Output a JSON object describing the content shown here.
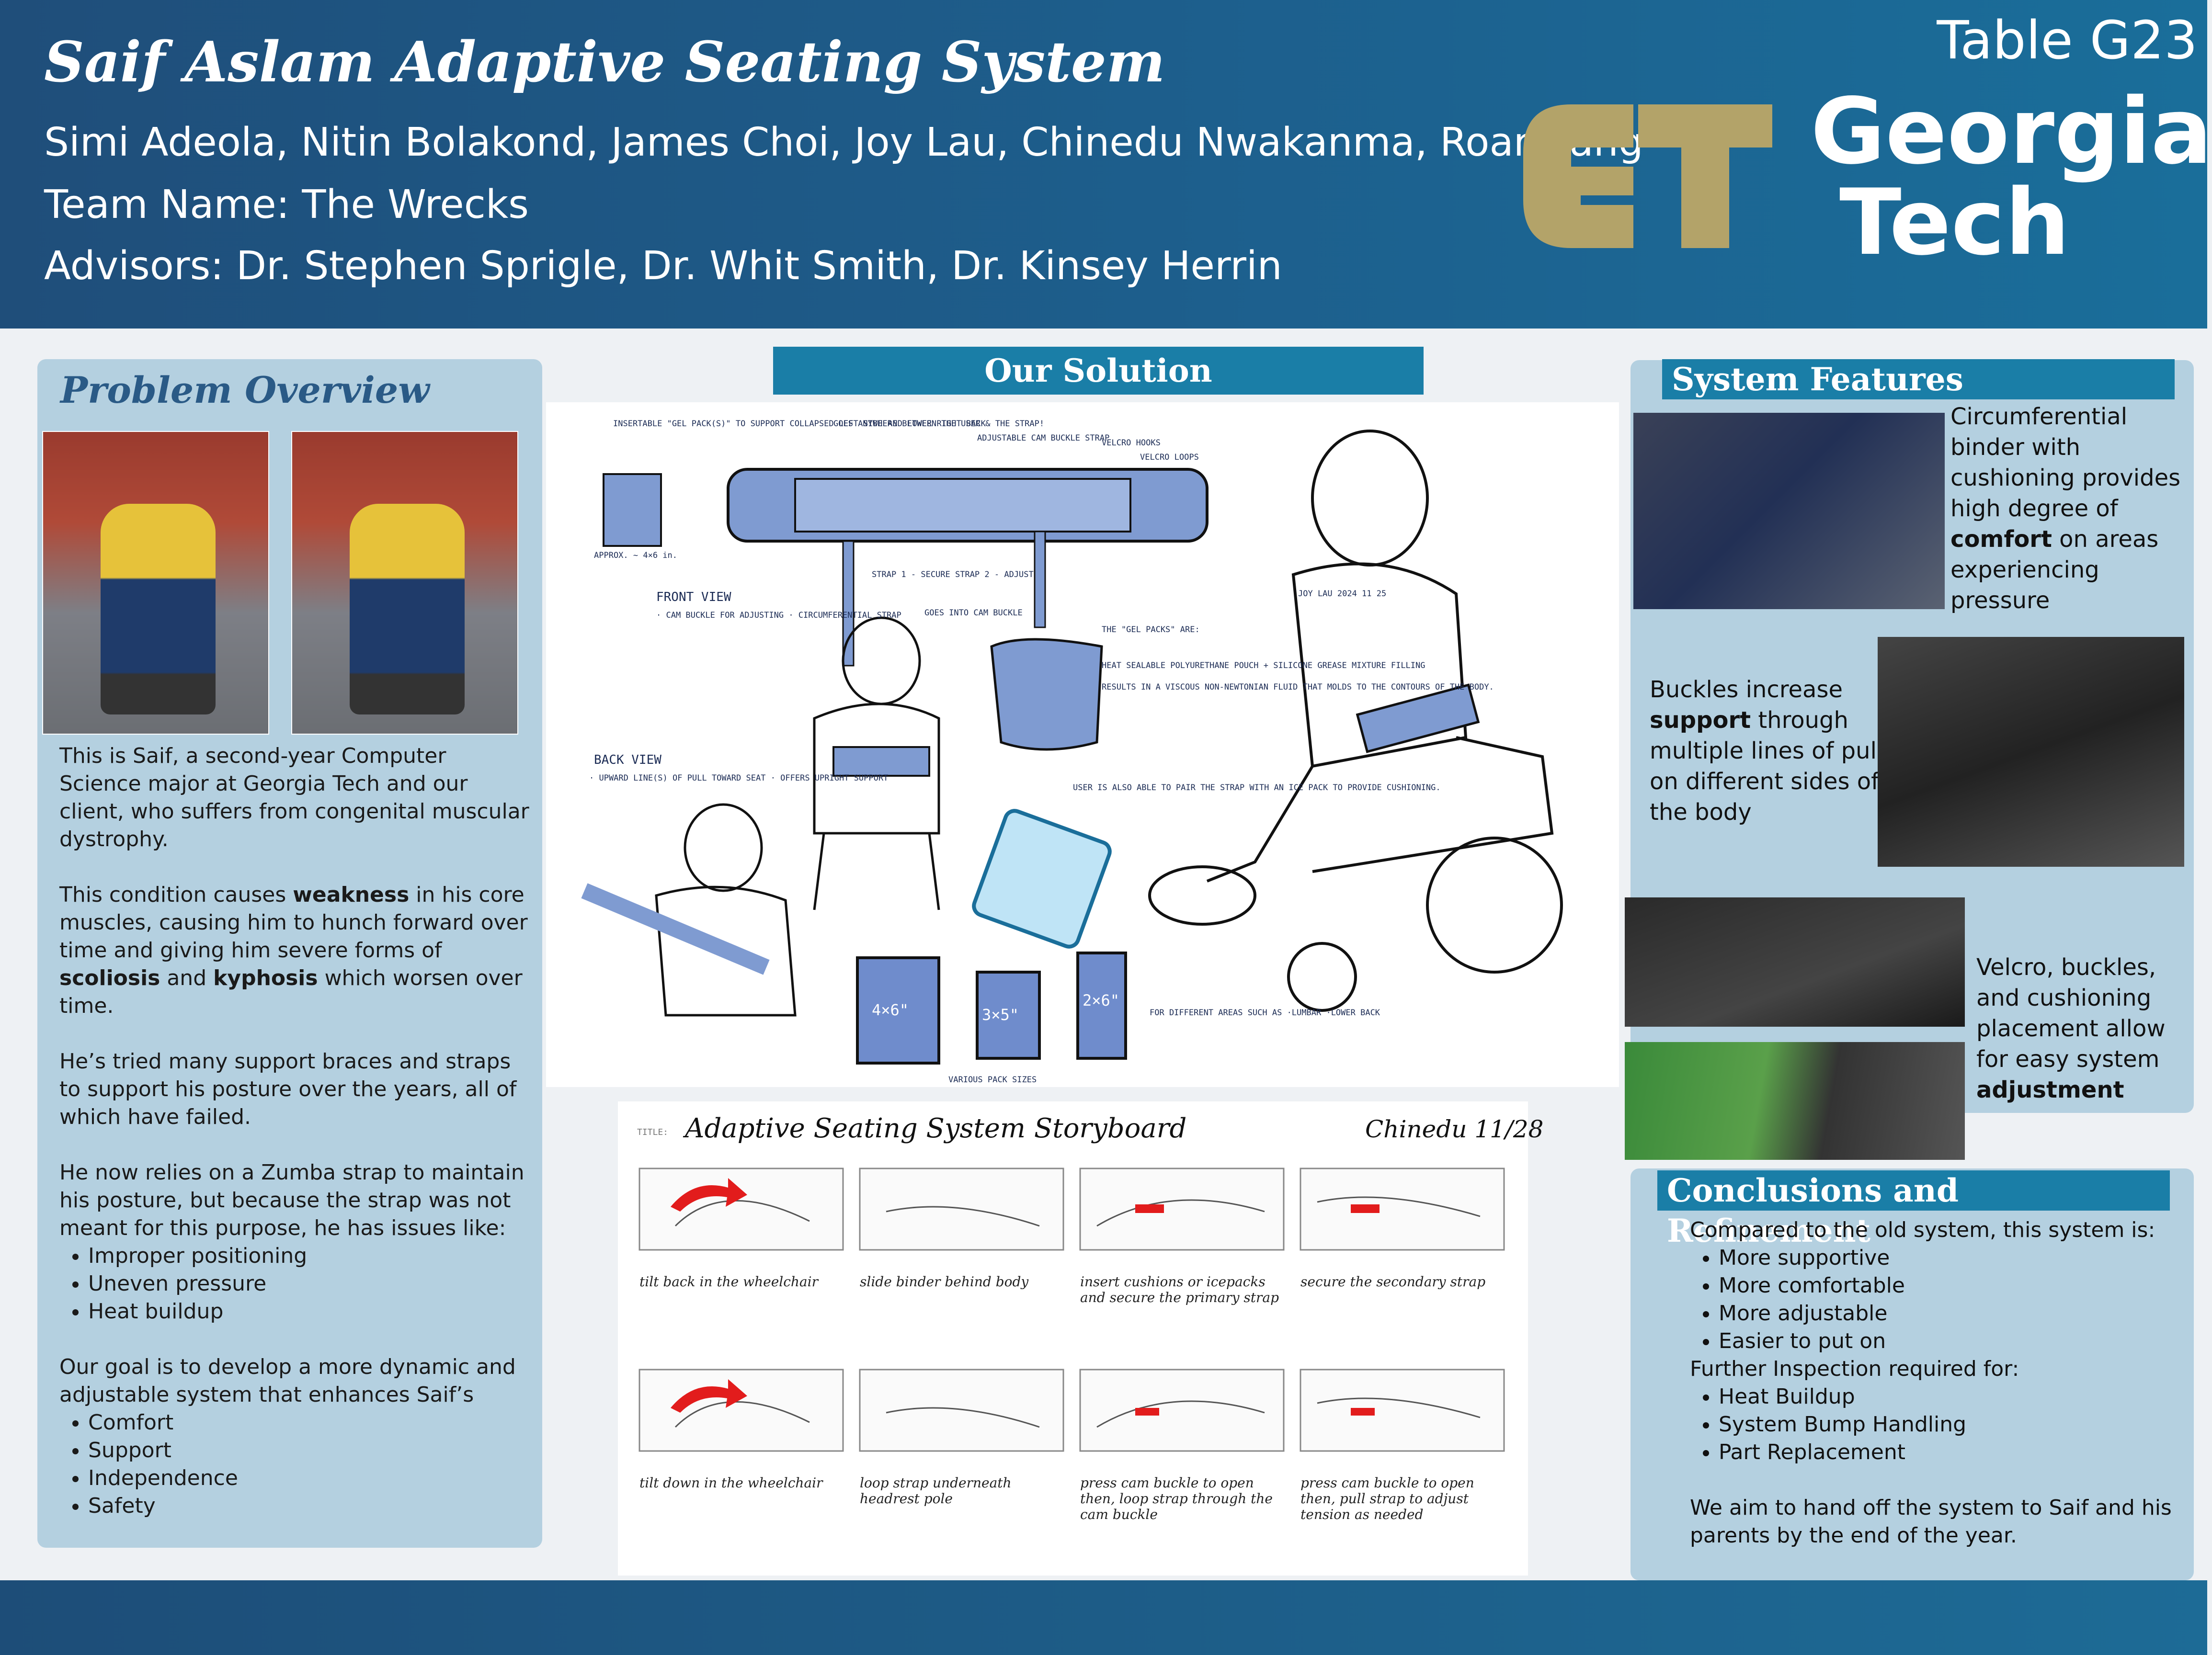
{
  "header": {
    "title": "Saif Aslam Adaptive Seating System",
    "members": "Simi Adeola, Nitin Bolakond, James Choi, Joy Lau, Chinedu Nwakanma, Roan Yang",
    "team": "Team Name: The Wrecks",
    "advisors": "Advisors: Dr. Stephen Sprigle, Dr. Whit Smith, Dr. Kinsey Herrin",
    "table_id": "Table G23",
    "logo_text_1": "Georgia",
    "logo_text_2": "Tech"
  },
  "problem": {
    "heading": "Problem Overview",
    "p1": "This is Saif, a second-year Computer Science major at Georgia Tech and our client, who suffers from congenital muscular dystrophy.",
    "p2_pre": "This condition causes ",
    "p2_b1": "weakness",
    "p2_mid1": " in his core muscles, causing him to hunch forward over time and giving him severe forms of ",
    "p2_b2": "scoliosis",
    "p2_mid2": " and ",
    "p2_b3": "kyphosis",
    "p2_post": " which worsen over time.",
    "p3": "He’s tried many support braces and straps to support his posture over the years, all of which have failed.",
    "p4": "He now relies on a Zumba strap to maintain his posture, but because the strap was not meant for this purpose, he has issues like:",
    "issues": [
      "Improper positioning",
      "Uneven pressure",
      "Heat buildup"
    ],
    "p5": "Our goal is to develop a more dynamic and adjustable system that enhances Saif’s",
    "goals": [
      "Comfort",
      "Support",
      "Independence",
      "Safety"
    ]
  },
  "solution": {
    "heading": "Our Solution",
    "labels": {
      "gel_note": "INSERTABLE \"GEL PACK(S)\" TO SUPPORT COLLAPSED LEFT SIDE AND LOWER RIGHT BACK",
      "goes_anywhere": "GOES ANYWHERE BETWEEN THE USER & THE STRAP!",
      "cam_buckle": "ADJUSTABLE CAM BUCKLE STRAP",
      "velcro_hooks": "VELCRO HOOKS",
      "velcro_loops": "VELCRO LOOPS",
      "approx": "APPROX. ~ 4×6 in.",
      "strap_note": "STRAP 1 - SECURE STRAP 2 - ADJUST",
      "goes_into": "GOES INTO CAM BUCKLE",
      "front_view": "FRONT VIEW",
      "front_notes": "· CAM BUCKLE FOR ADJUSTING · CIRCUMFERENTIAL STRAP",
      "gel_packs_are": "THE \"GEL PACKS\" ARE:",
      "gel_desc": "HEAT SEALABLE POLYURETHANE POUCH + SILICONE GREASE MIXTURE FILLING",
      "gel_result": "RESULTS IN A VISCOUS NON-NEWTONIAN FLUID THAT MOLDS TO THE CONTOURS OF THE BODY.",
      "joy": "JOY LAU 2024 11 25",
      "back_view": "BACK VIEW",
      "back_notes": "· UPWARD LINE(S) OF PULL TOWARD SEAT · OFFERS UPRIGHT SUPPORT",
      "ice_pack": "USER IS ALSO ABLE TO PAIR THE STRAP WITH AN ICE PACK TO PROVIDE CUSHIONING.",
      "size_1": "4×6\"",
      "size_2": "3×5\"",
      "size_3": "2×6\"",
      "areas": "FOR DIFFERENT AREAS SUCH AS ·LUMBAR ·LOWER BACK",
      "various": "VARIOUS PACK SIZES"
    }
  },
  "storyboard": {
    "title_label": "TITLE:",
    "title": "Adaptive Seating System Storyboard",
    "author": "Chinedu 11/28",
    "captions": [
      "tilt back in the wheelchair",
      "slide binder behind body",
      "insert cushions or icepacks and secure the primary strap",
      "secure the secondary strap",
      "tilt down in the wheelchair",
      "loop strap underneath headrest pole",
      "press cam buckle to open then, loop strap through the cam buckle",
      "press cam buckle to open then, pull strap to adjust tension as needed"
    ]
  },
  "features": {
    "heading": "System Features",
    "f1_pre": "Circumferential binder with cushioning provides high degree of ",
    "f1_b": "comfort",
    "f1_post": " on areas experiencing pressure",
    "f2_pre": "Buckles increase ",
    "f2_b": "support",
    "f2_post": " through multiple lines of pull on different sides of the body",
    "f3_pre": "Velcro, buckles, and cushioning placement allow for easy system ",
    "f3_b": "adjustment"
  },
  "conclusions": {
    "heading": "Conclusions and Refinement",
    "intro": "Compared to the old system, this system is:",
    "benefits": [
      "More supportive",
      "More comfortable",
      "More adjustable",
      "Easier to put on"
    ],
    "further": "Further Inspection required for:",
    "todo": [
      "Heat Buildup",
      "System Bump Handling",
      "Part Replacement"
    ],
    "final": "We aim to hand off the system to Saif and his parents by the end of the year."
  },
  "colors": {
    "header_bg": "#1f4e7a",
    "accent": "#1a7ea7",
    "panel": "#b4d0e0",
    "gt_gold": "#b3a369",
    "strap_blue": "#7f9bd1"
  }
}
